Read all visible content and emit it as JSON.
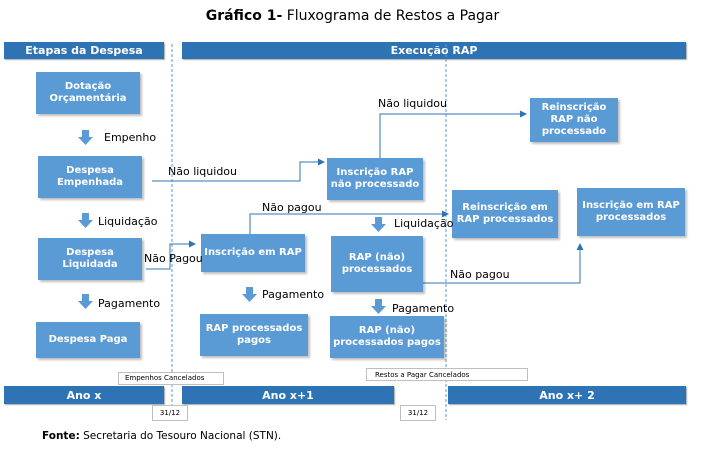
{
  "title": {
    "bold": "Gráfico 1-",
    "rest": " Fluxograma de Restos a Pagar"
  },
  "bands": {
    "etapas": "Etapas da Despesa",
    "execucao": "Execução RAP",
    "ano_x": "Ano x",
    "ano_x1": "Ano x+1",
    "ano_x2": "Ano x+ 2"
  },
  "boxes": {
    "dotacao": "Dotação\nOrçamentária",
    "empenhada": "Despesa\nEmpenhada",
    "liquidada": "Despesa\nLiquidada",
    "paga": "Despesa Paga",
    "inscricao_rap_np": "Inscrição RAP\nnão processado",
    "inscricao_rap": "Inscrição em RAP",
    "rap_nao_proc": "RAP (não)\nprocessados",
    "rap_proc_pagos": "RAP processados\npagos",
    "rap_nao_proc_pagos": "RAP (não)\nprocessados pagos",
    "reinscricao_np": "Reinscrição\nRAP não\nprocessado",
    "reinscricao_proc": "Reinscrição em\nRAP processados",
    "inscricao_rap_proc": "Inscrição em RAP\nprocessados"
  },
  "labels": {
    "empenho": "Empenho",
    "liquidacao": "Liquidação",
    "pagamento": "Pagamento",
    "nao_liquidou_1": "Não liquidou",
    "nao_liquidou_2": "Não liquidou",
    "nao_pagou_1": "Não pagou",
    "nao_pagou_2": "Não Pagou",
    "nao_pagou_3": "Não pagou",
    "liquidacao_2": "Liquidação",
    "pagamento_2": "Pagamento",
    "pagamento_3": "Pagamento"
  },
  "notes": {
    "empenhos_cancelados": "Empenhos Cancelados",
    "restos_cancelados": "Restos a Pagar  Cancelados",
    "date_1": "31/12",
    "date_2": "31/12"
  },
  "source": {
    "bold": "Fonte:",
    "rest": " Secretaria do Tesouro Nacional (STN)."
  },
  "colors": {
    "band": "#2e74b5",
    "box": "#5b9bd5",
    "arrow": "#5b9bd5",
    "line": "#2e74b5"
  }
}
